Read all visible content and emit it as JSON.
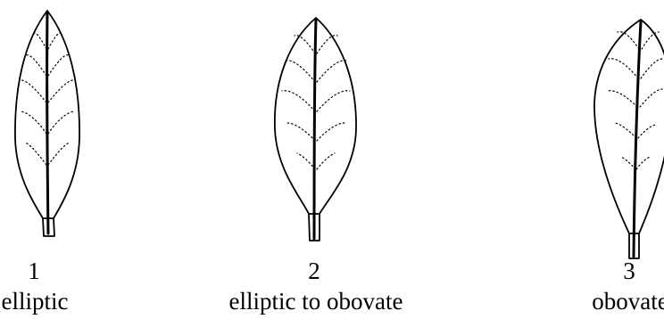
{
  "leaves": [
    {
      "number": "1",
      "name": "elliptic"
    },
    {
      "number": "2",
      "name": "elliptic to obovate"
    },
    {
      "number": "3",
      "name": "obovate"
    }
  ]
}
